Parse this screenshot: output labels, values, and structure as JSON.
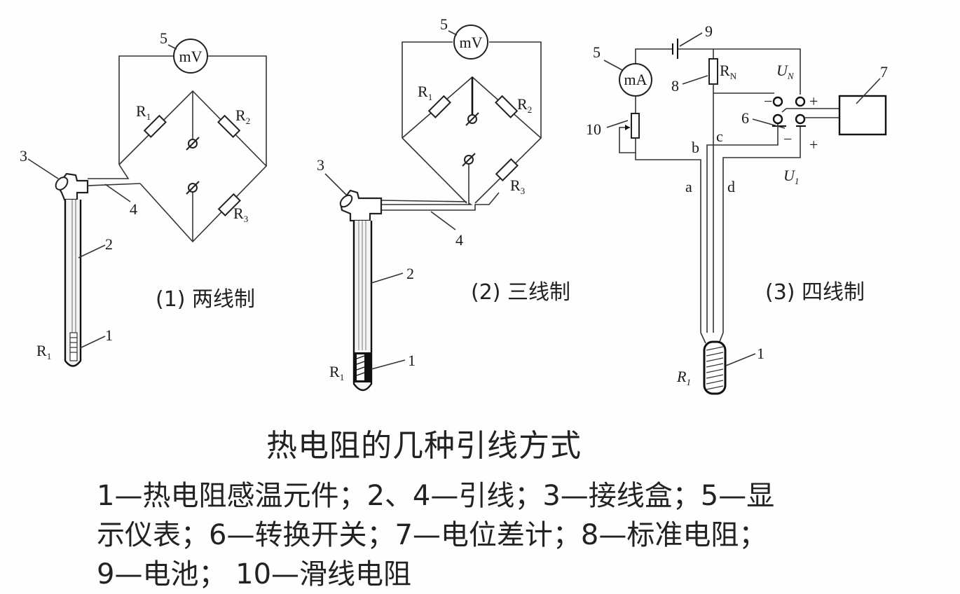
{
  "figure": {
    "title": "热电阻的几种引线方式",
    "legend_lines": [
      "1—热电阻感温元件；2、4—引线；3—接线盒；5—显",
      "示仪表；6—转换开关；7—电位差计；8—标准电阻；",
      "9—电池； 10—滑线电阻"
    ]
  },
  "panels": [
    {
      "caption": "(1)  两线制",
      "meter": "mV",
      "labels": {
        "meter_num": "5",
        "box_num": "3",
        "lead_num": "4",
        "tube_num": "2",
        "element_num": "1",
        "element": "R",
        "element_sub": "1",
        "r1": "R",
        "r1_sub": "1",
        "r2": "R",
        "r2_sub": "2",
        "r3": "R",
        "r3_sub": "3"
      }
    },
    {
      "caption": "(2)  三线制",
      "meter": "mV",
      "labels": {
        "meter_num": "5",
        "box_num": "3",
        "lead_num": "4",
        "tube_num": "2",
        "element_num": "1",
        "element": "R",
        "element_sub": "1",
        "r1": "R",
        "r1_sub": "1",
        "r2": "R",
        "r2_sub": "2",
        "r3": "R",
        "r3_sub": "3"
      }
    },
    {
      "caption": "(3)  四线制",
      "meter": "mA",
      "labels": {
        "meter_num": "5",
        "battery_num": "9",
        "std_res_num": "8",
        "std_res": "R",
        "std_res_sub": "N",
        "switch_num": "6",
        "pot_num": "7",
        "slide_num": "10",
        "un": "U",
        "un_sub": "N",
        "u1": "U",
        "u1_sub": "1",
        "wire_a": "a",
        "wire_b": "b",
        "wire_c": "c",
        "wire_d": "d",
        "element_num": "1",
        "element": "R",
        "element_sub": "1",
        "minus": "−",
        "plus": "+"
      }
    }
  ]
}
